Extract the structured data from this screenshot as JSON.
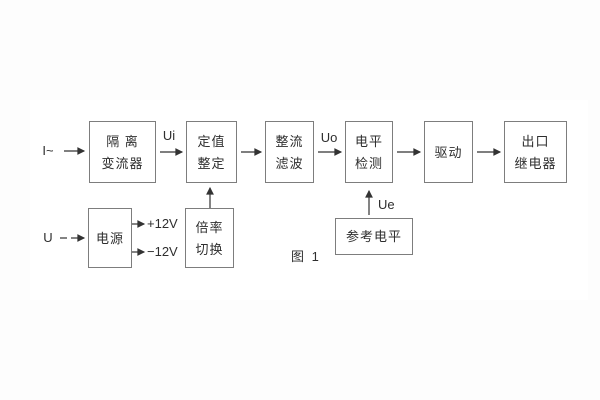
{
  "figure": {
    "caption": "图 1"
  },
  "labels": {
    "input_current": "I~",
    "input_voltage": "U",
    "signal_ui": "Ui",
    "signal_uo": "Uo",
    "signal_ue": "Ue",
    "rail_pos": "+12V",
    "rail_neg": "−12V"
  },
  "blocks": {
    "isolation": {
      "line1": "隔 离",
      "line2": "变流器"
    },
    "setting": {
      "line1": "定值",
      "line2": "整定"
    },
    "rectifier": {
      "line1": "整流",
      "line2": "滤波"
    },
    "level_detect": {
      "line1": "电平",
      "line2": "检测"
    },
    "drive": {
      "line1": "驱动"
    },
    "output_relay": {
      "line1": "出口",
      "line2": "继电器"
    },
    "power": {
      "line1": "电源"
    },
    "ratio_switch": {
      "line1": "倍率",
      "line2": "切换"
    },
    "reference": {
      "line1": "参考电平"
    }
  },
  "colors": {
    "background": "#fdfdfd",
    "canvas": "#ffffff",
    "box_border": "#7d7d7d",
    "text": "#2e2e2e",
    "arrow": "#333333"
  }
}
